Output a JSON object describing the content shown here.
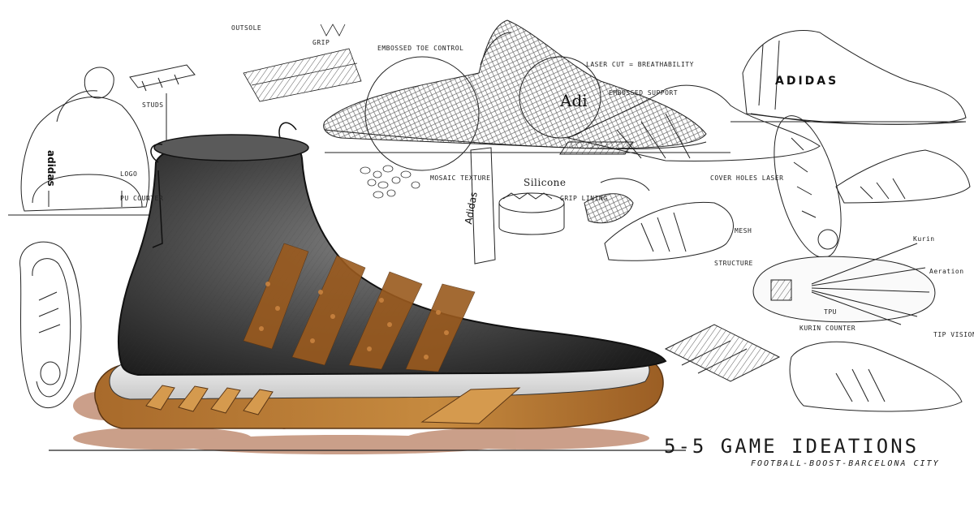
{
  "title": "5-5 GAME IDEATIONS",
  "subtitle": "FOOTBALL-BOOST-BARCELONA CITY",
  "annotations": {
    "outsole": "OUTSOLE",
    "grip": "GRIP",
    "studs": "STUDS",
    "logo": "LOGO",
    "pu_counter": "PU COUNTER",
    "embossed_toe": "EMBOSSED TOE CONTROL",
    "laser_cut": "LASER CUT = BREATHABILITY",
    "embossed_support": "EMBOSSED SUPPORT",
    "mosaic_texture": "MOSAIC TEXTURE",
    "silicone": "Silicone",
    "grip_lining": "GRIP LINING",
    "cover_holes": "COVER HOLES LASER",
    "mesh": "MESH",
    "structure": "STRUCTURE",
    "kurin": "Kurin",
    "aeration": "Aeration",
    "tpu": "TPU",
    "kurin_counter": "KURIN COUNTER",
    "tip_vision": "TIP VISION"
  },
  "brand_text": {
    "adi": "Adi",
    "adidas_vertical": "Adidas",
    "adidas_boot": "adidas",
    "adidas_shoe": "ADIDAS"
  },
  "colors": {
    "ink": "#1a1a1a",
    "shoe_upper": "#4a4a4a",
    "stripe_orange": "#9a5a1e",
    "sole_orange": "#b9772e",
    "dirt": "#a0512a"
  }
}
